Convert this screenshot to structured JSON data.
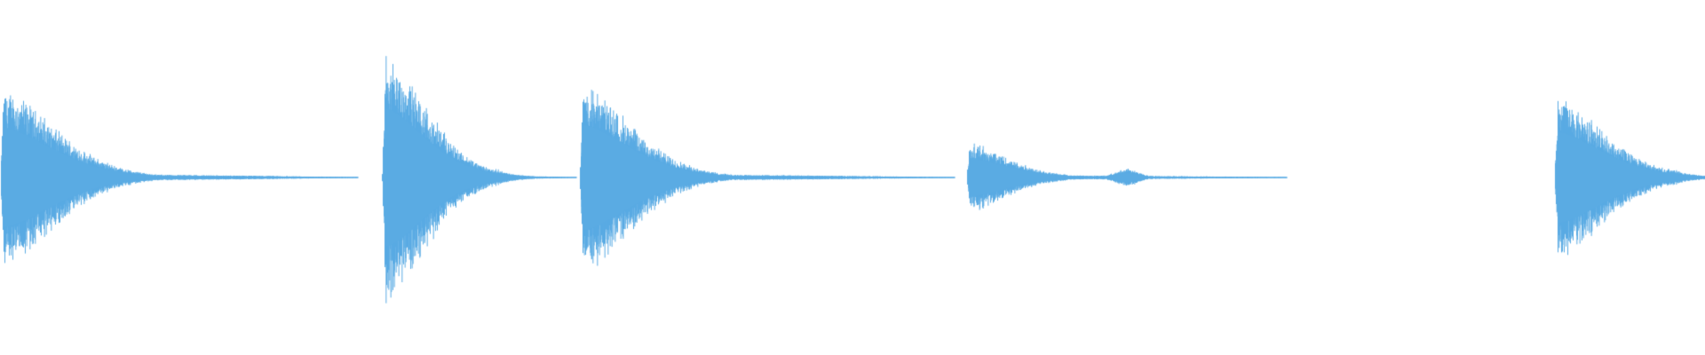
{
  "waveform": {
    "color": "#5aabe3",
    "bursts": [
      {
        "name": "onset-1",
        "start": 0.0,
        "peak": 0.72,
        "decay": 0.042,
        "tail": 0.035,
        "tail_end": 0.21,
        "bumps": [
          0.058
        ]
      },
      {
        "name": "onset-2",
        "start": 0.224,
        "peak": 1.0,
        "decay": 0.034,
        "tail": 0.03,
        "tail_end": 0.338,
        "bumps": [
          0.289
        ]
      },
      {
        "name": "onset-3",
        "start": 0.34,
        "peak": 0.76,
        "decay": 0.04,
        "tail": 0.032,
        "tail_end": 0.56,
        "bumps": [
          0.405
        ]
      },
      {
        "name": "onset-4",
        "start": 0.567,
        "peak": 0.28,
        "decay": 0.032,
        "tail": 0.02,
        "tail_end": 0.755,
        "bumps": [
          0.661
        ]
      },
      {
        "name": "onset-5",
        "start": 0.912,
        "peak": 0.66,
        "decay": 0.038,
        "tail": 0.03,
        "tail_end": 1.0,
        "bumps": [
          0.979
        ]
      }
    ]
  }
}
